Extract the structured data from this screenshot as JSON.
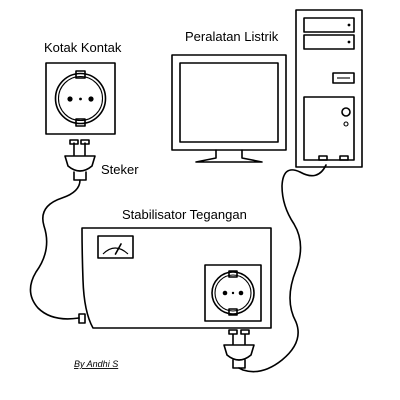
{
  "labels": {
    "outlet": "Kotak Kontak",
    "appliance": "Peralatan Listrik",
    "plug": "Steker",
    "stabilizer": "Stabilisator Tegangan",
    "credit": "By Andhi S"
  },
  "icons": [
    "wall-outlet-icon",
    "plug-icon",
    "monitor-icon",
    "pc-tower-icon",
    "stabilizer-icon",
    "voltmeter-icon",
    "cable-icon"
  ]
}
